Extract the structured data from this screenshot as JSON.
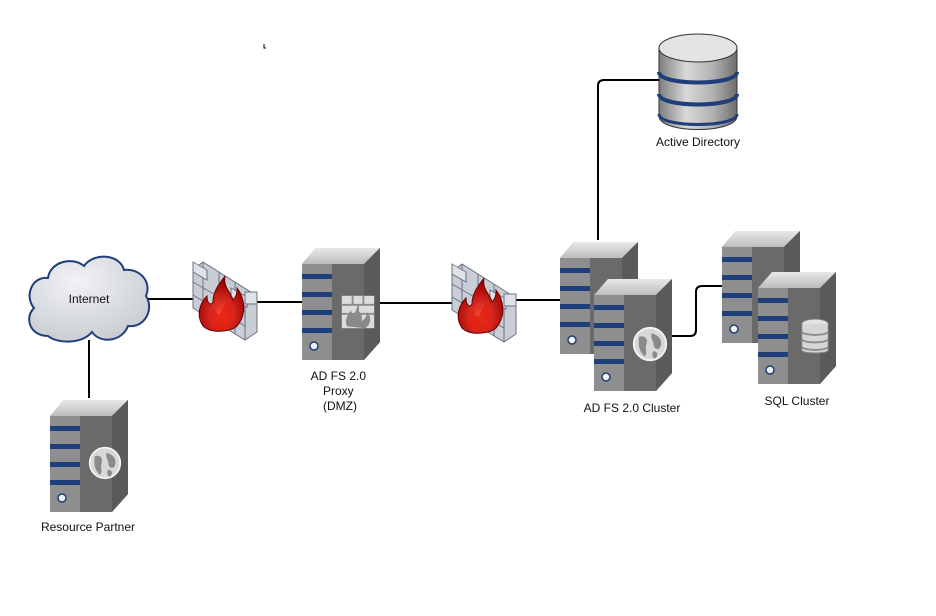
{
  "nodes": {
    "internet": {
      "label": "Internet"
    },
    "resource_partner": {
      "label": "Resource Partner"
    },
    "proxy": {
      "label_lines": [
        "AD FS 2.0",
        "Proxy",
        "(DMZ)"
      ]
    },
    "active_directory": {
      "label": "Active Directory"
    },
    "adfs_cluster": {
      "label": "AD FS 2.0 Cluster"
    },
    "sql_cluster": {
      "label": "SQL Cluster"
    }
  },
  "icons": {
    "cloud": "cloud-icon",
    "firewall": "firewall-icon",
    "server": "server-icon",
    "database": "database-icon",
    "globe": "globe-icon"
  },
  "colors": {
    "server_body": "#9a9a9a",
    "server_dark": "#5f5f5f",
    "stripe": "#1f3f7a",
    "cloud_fill": "#d6d9de",
    "cloud_stroke": "#1f3f7a",
    "brick": "#c9ced6",
    "flame": "#c40000",
    "line": "#000000"
  }
}
